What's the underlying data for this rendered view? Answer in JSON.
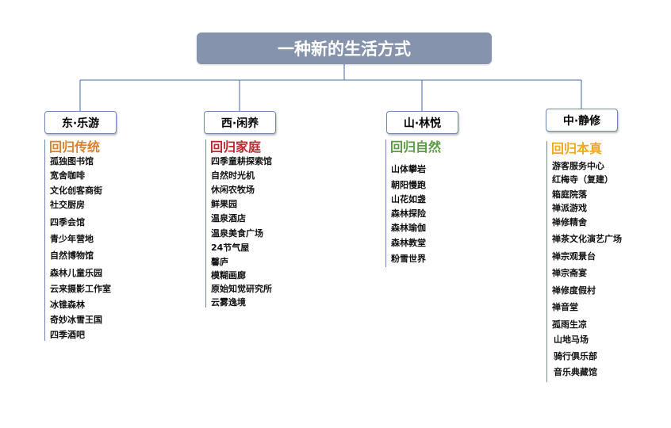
{
  "title": "一种新的生活方式",
  "colors": {
    "root_bg": "#8593ad",
    "line": "#6e88b4",
    "east_heading": "#d9822b",
    "west_heading": "#c0262d",
    "mountain_heading": "#5c9a45",
    "center_heading": "#f2a81d"
  },
  "branches": [
    {
      "label": "东·乐游",
      "heading": "回归传统",
      "items": [
        "孤独图书馆",
        "宽舍咖啡",
        "文化创客商街",
        "社交厨房",
        "四季会馆",
        "青少年营地",
        "自然博物馆",
        "森林儿童乐园",
        "云来摄影工作室",
        "冰锥森林",
        "奇妙冰雪王国",
        "四季酒吧"
      ]
    },
    {
      "label": "西·闲养",
      "heading": "回归家庭",
      "items": [
        "四季童耕探索馆",
        "自然时光机",
        "休闲农牧场",
        "鲜果园",
        "温泉酒店",
        "温泉美食广场",
        "24节气屋",
        "馨庐",
        "模糊画廊",
        "原始知觉研究所",
        "云雾逸境"
      ]
    },
    {
      "label": "山·林悦",
      "heading": "回归自然",
      "items": [
        "山体攀岩",
        "朝阳慢跑",
        "山花如盏",
        "森林探险",
        "森林瑜伽",
        "森林教堂",
        "粉雪世界"
      ]
    },
    {
      "label": "中·静修",
      "heading": "回归本真",
      "items": [
        "游客服务中心",
        "红梅寺（复建）",
        "箱庭院落",
        "禅派游戏",
        "禅修精舍",
        "禅茶文化演艺广场",
        "禅宗观景台",
        "禅宗斋宴",
        "禅修度假村",
        "禅音堂",
        "孤雨生凉",
        "山地马场",
        "骑行俱乐部",
        "音乐典藏馆"
      ]
    }
  ]
}
